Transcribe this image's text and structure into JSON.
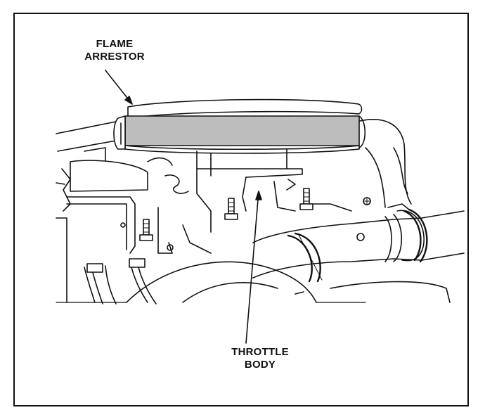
{
  "callouts": {
    "flame_arrestor": {
      "line1": "FLAME",
      "line2": "ARRESTOR"
    },
    "throttle_body": {
      "line1": "THROTTLE",
      "line2": "BODY"
    }
  },
  "colors": {
    "line": "#111111",
    "band": "#bdbdbd",
    "background": "#ffffff"
  }
}
